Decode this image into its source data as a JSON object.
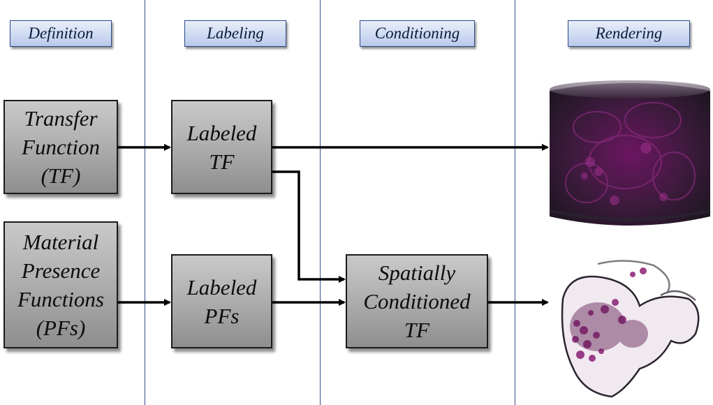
{
  "columns": {
    "definition": "Definition",
    "labeling": "Labeling",
    "conditioning": "Conditioning",
    "rendering": "Rendering"
  },
  "boxes": {
    "transfer_function": "Transfer\nFunction\n(TF)",
    "material_presence": "Material\nPresence\nFunctions\n(PFs)",
    "labeled_tf": "Labeled\nTF",
    "labeled_pfs": "Labeled\nPFs",
    "spatially_conditioned_tf": "Spatially\nConditioned\nTF"
  },
  "colors": {
    "header_fill": "#cfdbf2",
    "header_border": "#2c4a8a",
    "box_fill": "#b3b3b3",
    "divider": "#35508c",
    "render_tint": "#7a1a6a"
  }
}
